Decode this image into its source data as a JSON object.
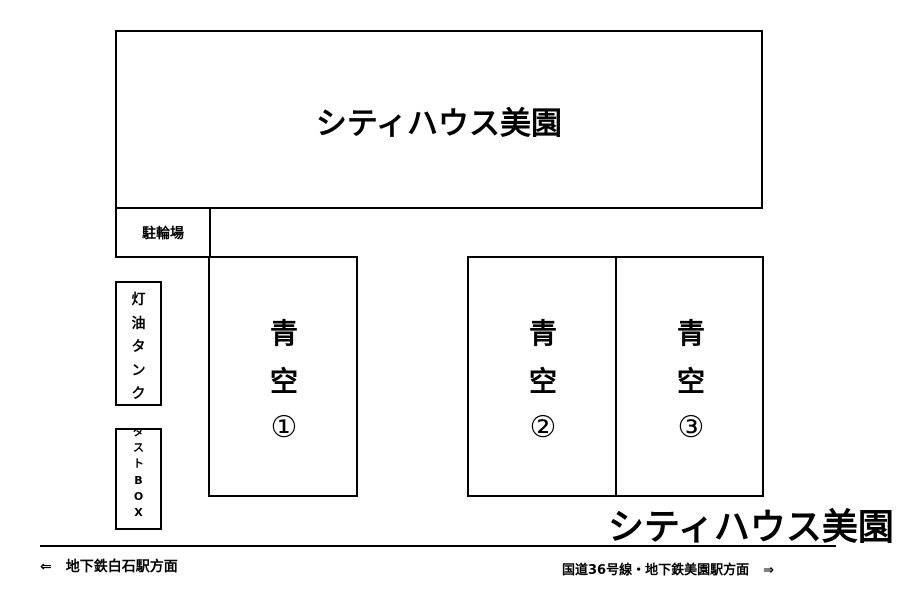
{
  "building": {
    "name": "シティハウス美園"
  },
  "bicycle_parking": {
    "label": "駐輪場"
  },
  "kerosene_tank": {
    "chars": [
      "灯",
      "油",
      "タ",
      "ン",
      "ク"
    ]
  },
  "dust_box": {
    "chars": [
      "ダ",
      "ス",
      "ト",
      "B",
      "O",
      "X"
    ]
  },
  "parking_lots": [
    {
      "chars": [
        "青",
        "空"
      ],
      "number": "①"
    },
    {
      "chars": [
        "青",
        "空"
      ],
      "number": "②"
    },
    {
      "chars": [
        "青",
        "空"
      ],
      "number": "③"
    }
  ],
  "logo_text": "シティハウス美園",
  "directions": {
    "left_arrow": "⇐",
    "left_text": "地下鉄白石駅方面",
    "right_text": "国道36号線・地下鉄美園駅方面",
    "right_arrow": "⇒"
  }
}
